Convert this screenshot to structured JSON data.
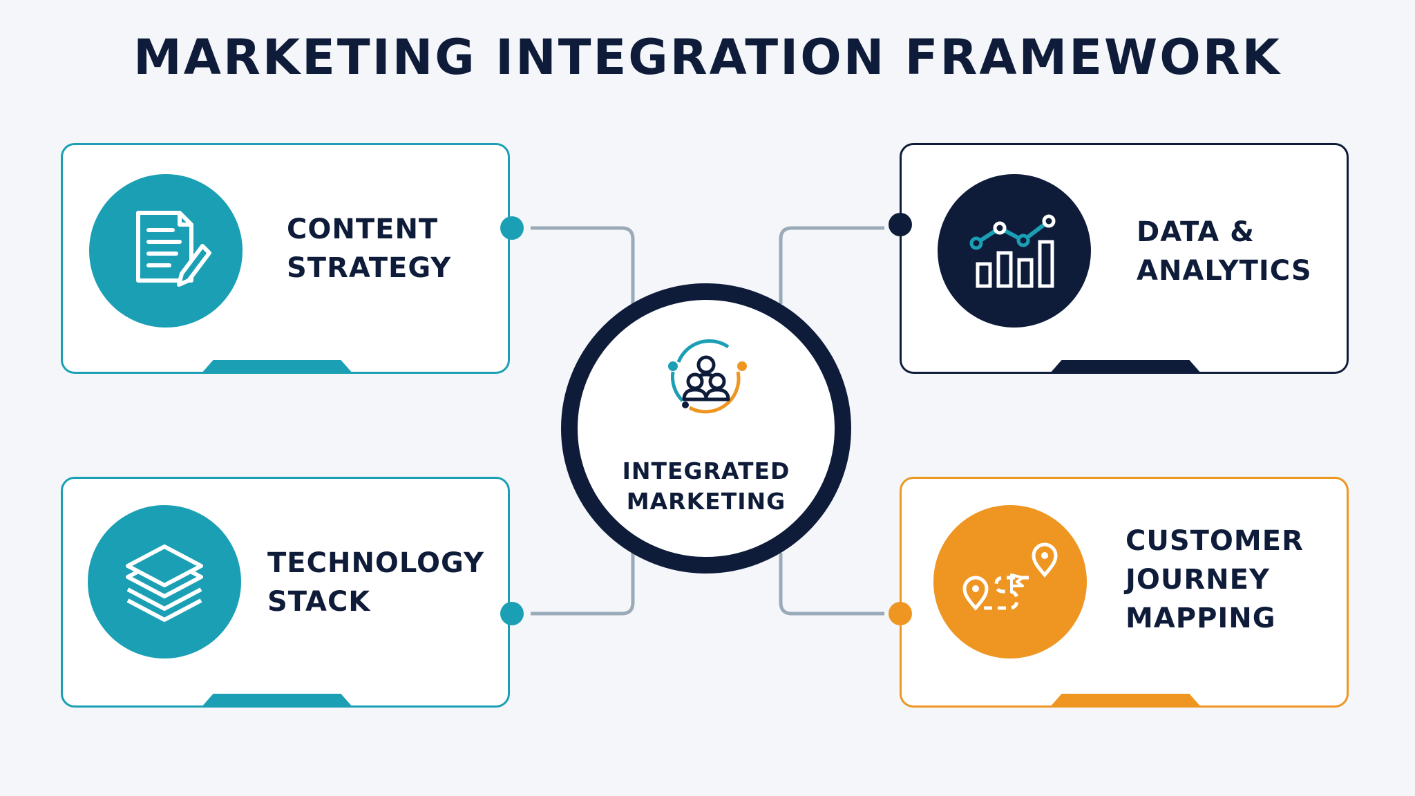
{
  "title": "MARKETING INTEGRATION FRAMEWORK",
  "hub": {
    "line1": "INTEGRATED",
    "line2": "MARKETING",
    "icon": "people-group-cycle-icon"
  },
  "cards": [
    {
      "lines": [
        "CONTENT",
        "STRATEGY"
      ],
      "icon": "document-pencil-icon",
      "color": "#1a9fb5"
    },
    {
      "lines": [
        "DATA &",
        "ANALYTICS"
      ],
      "icon": "bar-chart-trend-icon",
      "color": "#0e1c3a"
    },
    {
      "lines": [
        "TECHNOLOGY",
        "STACK"
      ],
      "icon": "layers-stack-icon",
      "color": "#1a9fb5"
    },
    {
      "lines": [
        "CUSTOMER",
        "JOURNEY",
        "MAPPING"
      ],
      "icon": "map-pins-route-icon",
      "color": "#ee9621"
    }
  ],
  "colors": {
    "teal": "#1a9fb5",
    "navy": "#0e1c3a",
    "orange": "#ee9621",
    "connector": "#9aaab8",
    "background": "#f4f6f9"
  }
}
